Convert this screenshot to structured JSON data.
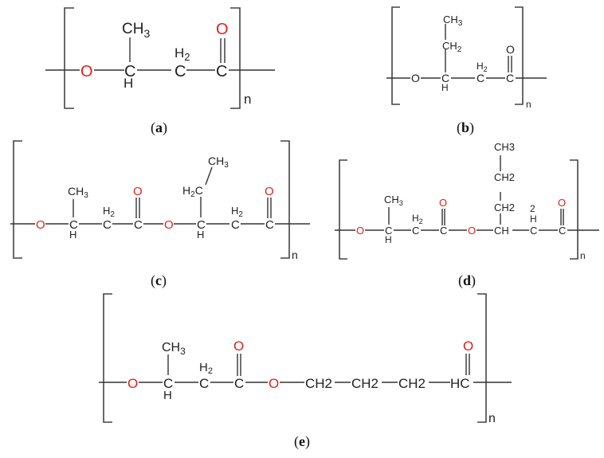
{
  "colors": {
    "bond": "#333333",
    "atom": "#222222",
    "oxygen": "#e0201a"
  },
  "labels": {
    "O": "O",
    "C": "C",
    "H": "H",
    "H2": "H",
    "H2sub": "2",
    "CH3": "CH",
    "CH3sub": "3",
    "CH2": "CH",
    "CH2sub": "2",
    "H2C": "H",
    "H2Csub": "2",
    "H2Cend": "C",
    "CH3plain": "CH3",
    "CH2plain": "CH2",
    "CHplain": "CH",
    "n": "n",
    "HC": "HC",
    "two": "2"
  },
  "captions": {
    "a": {
      "open": "(",
      "letter": "a",
      "close": ")"
    },
    "b": {
      "open": "(",
      "letter": "b",
      "close": ")"
    },
    "c": {
      "open": "(",
      "letter": "c",
      "close": ")"
    },
    "d": {
      "open": "(",
      "letter": "d",
      "close": ")"
    },
    "e": {
      "open": "(",
      "letter": "e",
      "close": ")"
    }
  }
}
